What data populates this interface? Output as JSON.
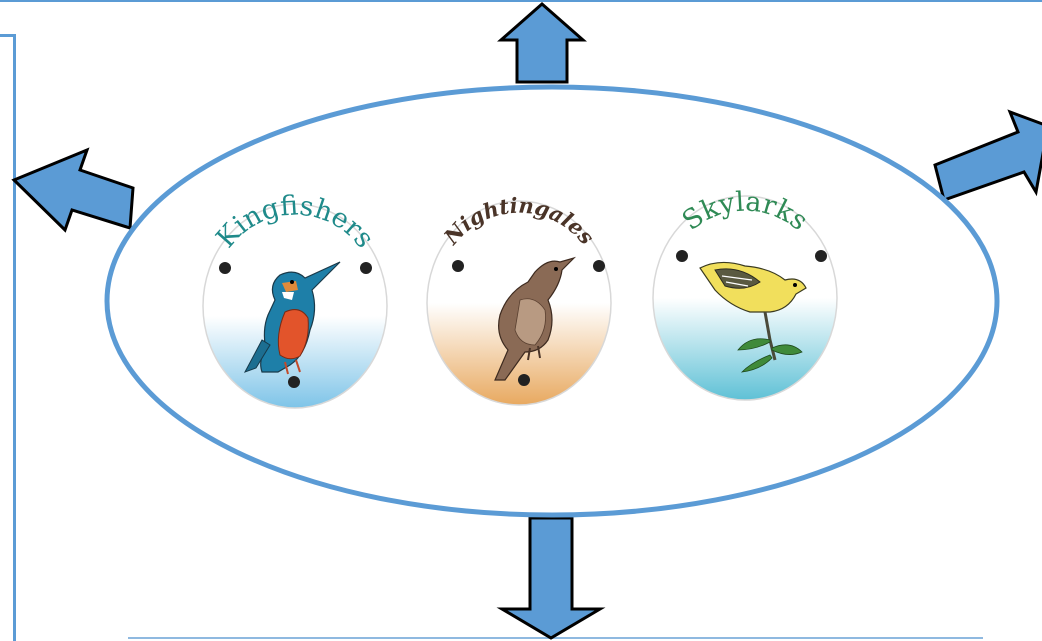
{
  "groups": [
    {
      "label": "Kingfishers",
      "label_color": "#1f8a8a",
      "bird": "kingfisher"
    },
    {
      "label": "Nightingales",
      "label_color": "#4a3428",
      "bird": "nightingale"
    },
    {
      "label": "Skylarks",
      "label_color": "#2f8a55",
      "bird": "skylark"
    }
  ],
  "colors": {
    "frame": "#5b9bd5",
    "arrow_fill": "#5b9bd5",
    "arrow_stroke": "#000000",
    "ellipse_stroke": "#5b9bd5"
  }
}
